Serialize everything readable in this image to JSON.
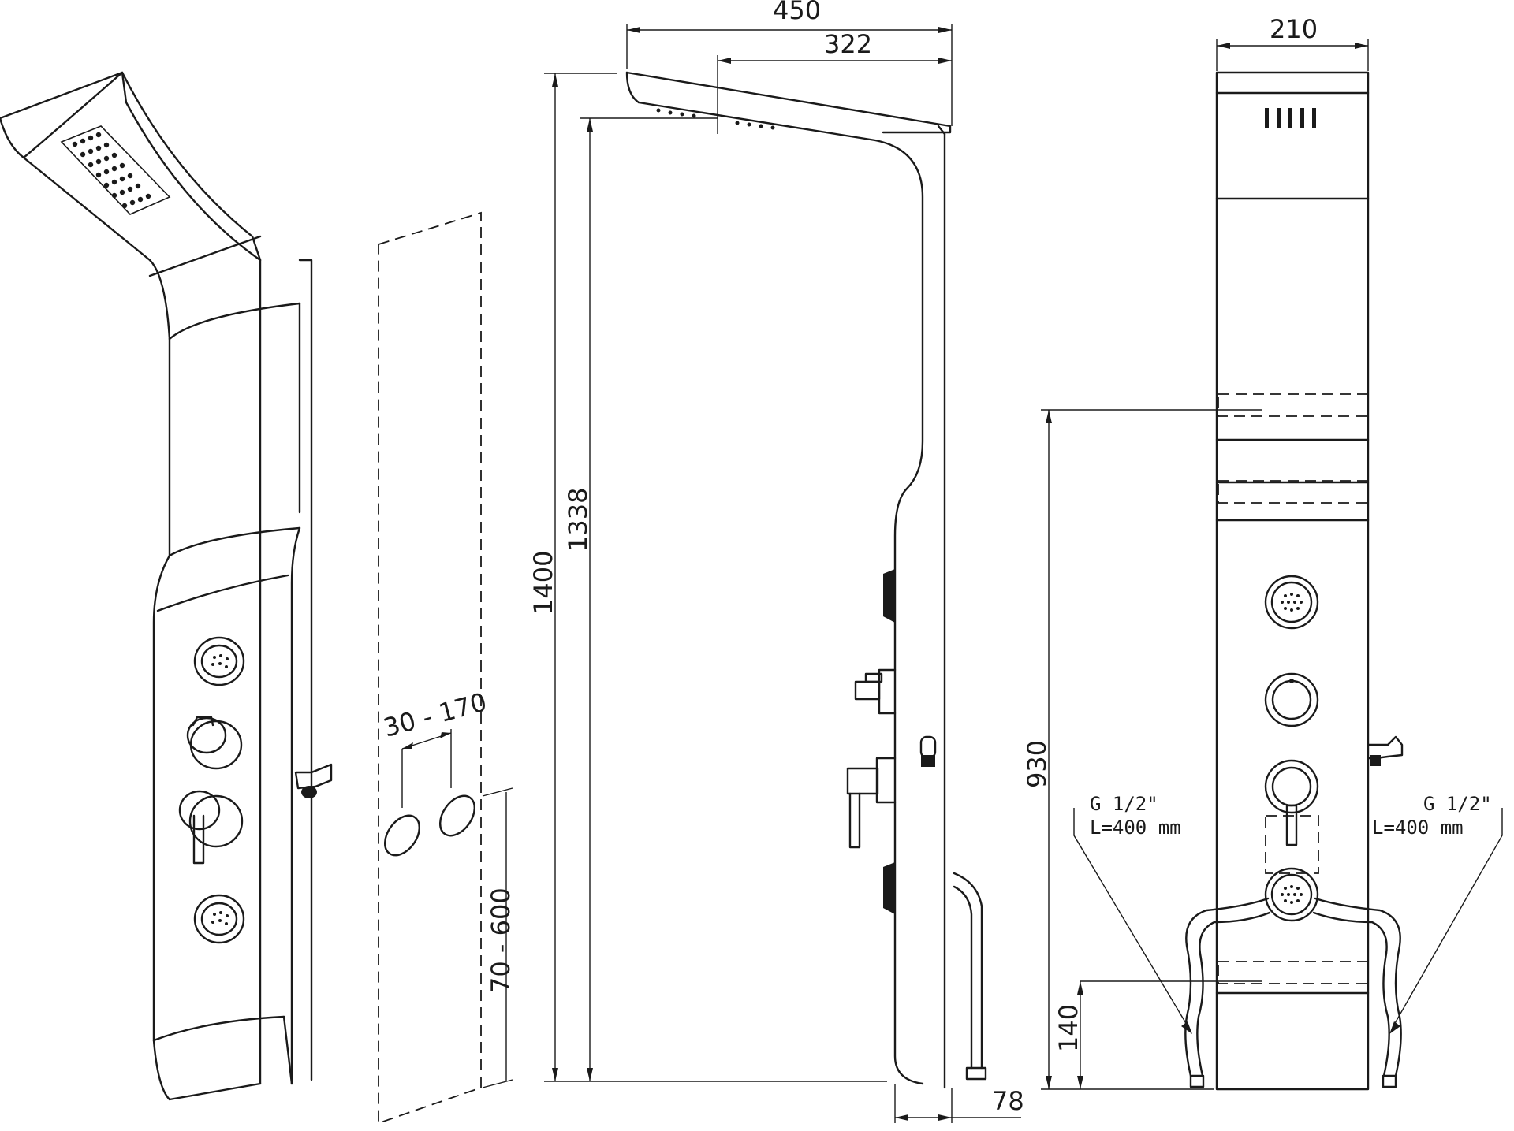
{
  "dimensions": {
    "depth_total": "450",
    "depth_head": "322",
    "width": "210",
    "height_total": "1400",
    "height_head": "1338",
    "handset_spacing": "30 - 170",
    "handset_height": "70 - 600",
    "wall_offset": "78",
    "inlet_height": "930",
    "lower_height": "140"
  },
  "connections": {
    "left": {
      "thread": "G 1/2\"",
      "hose": "L=400 mm"
    },
    "right": {
      "thread": "G 1/2\"",
      "hose": "L=400 mm"
    }
  }
}
